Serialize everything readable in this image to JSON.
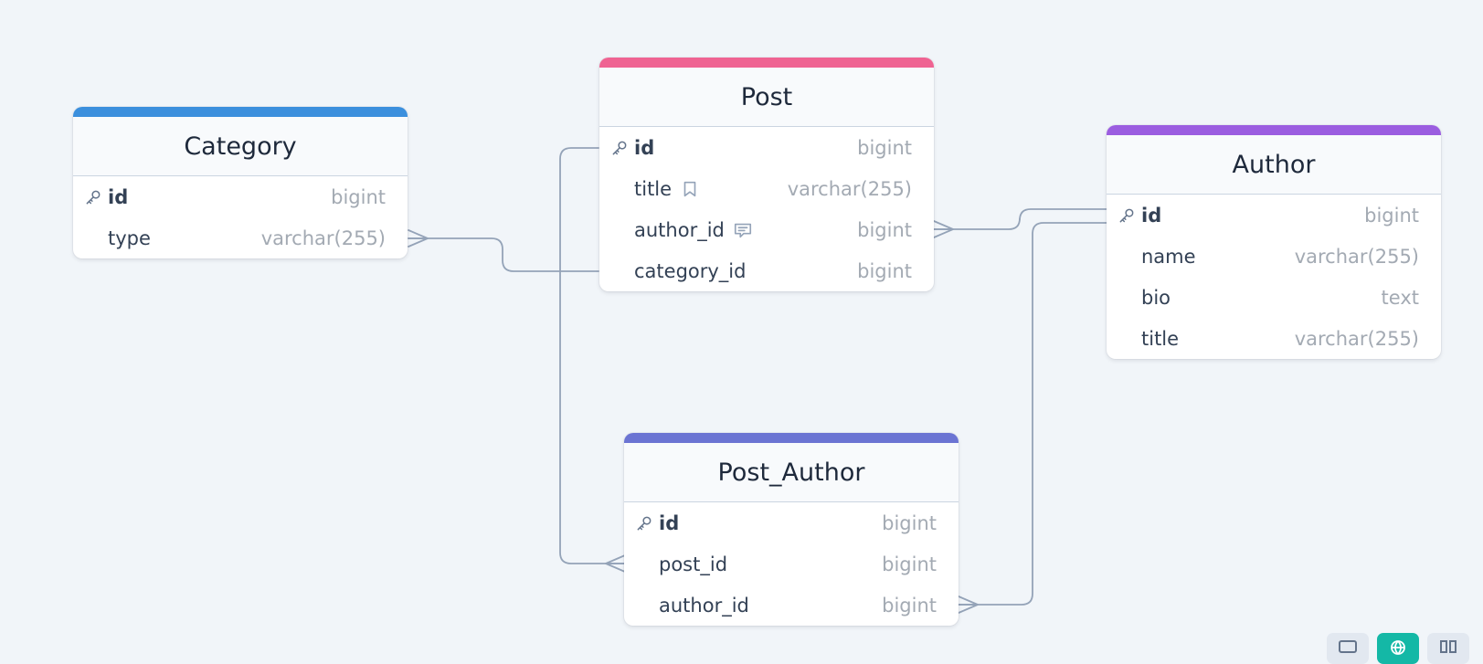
{
  "colors": {
    "background": "#f1f5f9",
    "edge": "#94a3b8",
    "category": "#3b8fdd",
    "post": "#ef6392",
    "author": "#9b5de0",
    "post_author": "#6b74d3",
    "toolbar_active": "#14b8a6"
  },
  "tables": {
    "category": {
      "title": "Category",
      "fields": [
        {
          "name": "id",
          "type": "bigint",
          "primary": true
        },
        {
          "name": "type",
          "type": "varchar(255)"
        }
      ]
    },
    "post": {
      "title": "Post",
      "fields": [
        {
          "name": "id",
          "type": "bigint",
          "primary": true
        },
        {
          "name": "title",
          "type": "varchar(255)",
          "icon": "bookmark-icon"
        },
        {
          "name": "author_id",
          "type": "bigint",
          "icon": "comment-icon"
        },
        {
          "name": "category_id",
          "type": "bigint"
        }
      ]
    },
    "author": {
      "title": "Author",
      "fields": [
        {
          "name": "id",
          "type": "bigint",
          "primary": true
        },
        {
          "name": "name",
          "type": "varchar(255)"
        },
        {
          "name": "bio",
          "type": "text"
        },
        {
          "name": "title",
          "type": "varchar(255)"
        }
      ]
    },
    "post_author": {
      "title": "Post_Author",
      "fields": [
        {
          "name": "id",
          "type": "bigint",
          "primary": true
        },
        {
          "name": "post_id",
          "type": "bigint"
        },
        {
          "name": "author_id",
          "type": "bigint"
        }
      ]
    }
  },
  "relationships": [
    {
      "from": "post.category_id",
      "to": "category.type",
      "many_end": "category.type"
    },
    {
      "from": "author.id",
      "to": "post.author_id",
      "many_end": "post.author_id"
    },
    {
      "from": "post.id",
      "to": "post_author.post_id",
      "many_end": "post_author.post_id"
    },
    {
      "from": "author.id",
      "to": "post_author.author_id",
      "many_end": "post_author.author_id"
    }
  ],
  "toolbar": {
    "buttons": [
      {
        "icon": "minimap-icon",
        "active": false
      },
      {
        "icon": "globe-icon",
        "active": true
      },
      {
        "icon": "layout-grid-icon",
        "active": false
      }
    ]
  }
}
